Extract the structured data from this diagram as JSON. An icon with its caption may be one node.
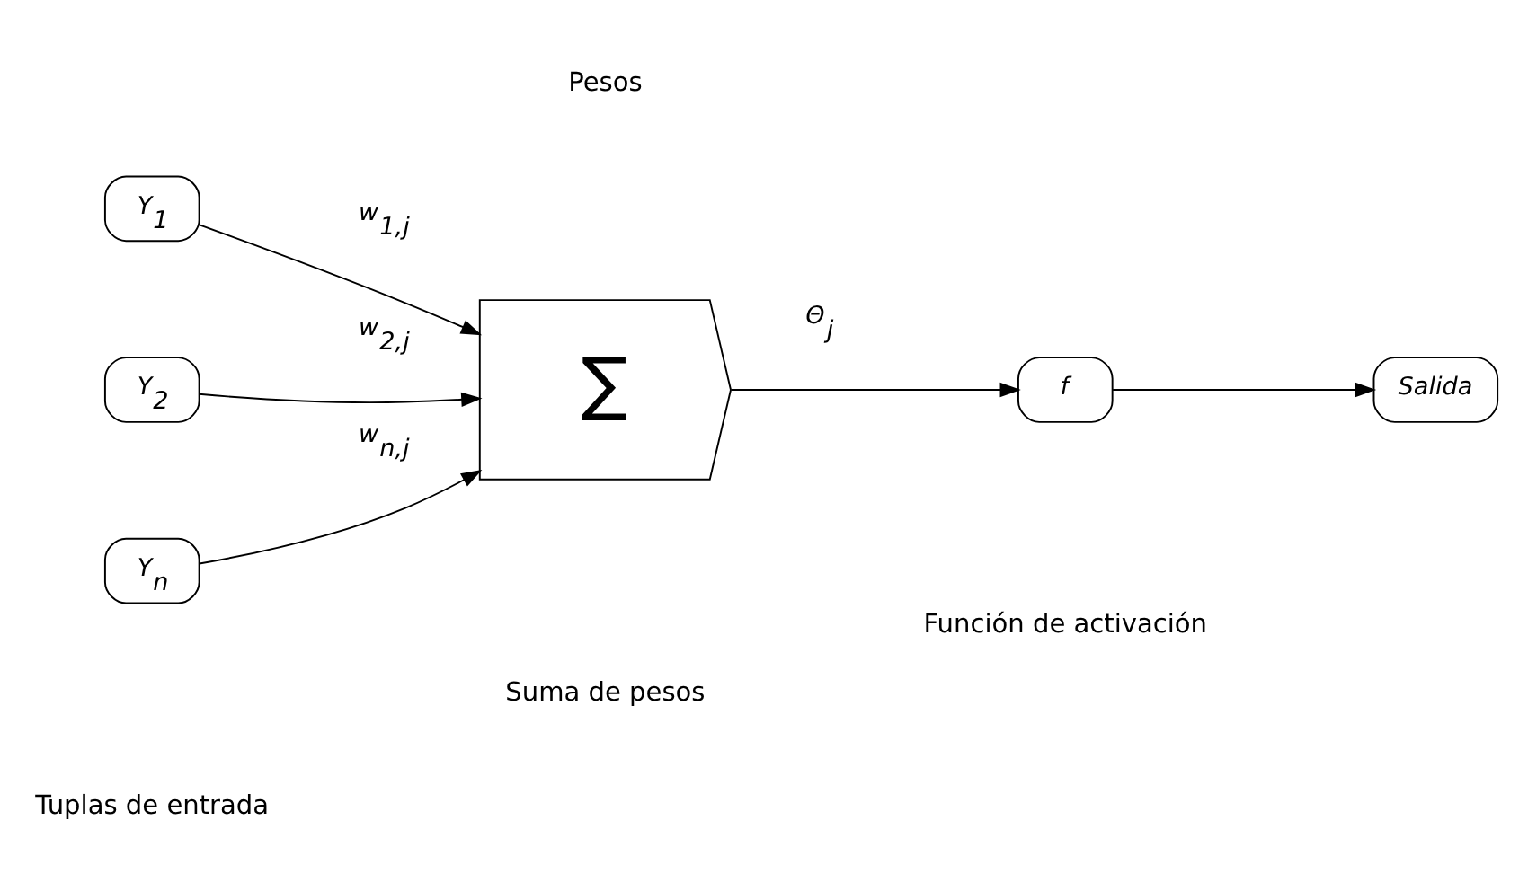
{
  "diagram": {
    "nodes": [
      {
        "text": [
          "Y$_{1}$"
        ]
      },
      {
        "text": [
          "Y$_{2}$"
        ]
      },
      {
        "text": [
          "Y$_{n}$"
        ]
      },
      {
        "text": [
          "∑"
        ]
      },
      {
        "text": [
          "f"
        ]
      },
      {
        "text": [
          "Salida"
        ]
      }
    ],
    "edges": [
      {
        "from": 0,
        "to": 3,
        "arrow": "to",
        "label": "w$_{1,j}$"
      },
      {
        "from": 1,
        "to": 3,
        "arrow": "to",
        "label": "w$_{2,j}$"
      },
      {
        "from": 2,
        "to": 3,
        "arrow": "to",
        "label": "w$_{n,j}$"
      },
      {
        "from": 3,
        "to": 4,
        "arrow": "to",
        "label": "Θ$_{j}$"
      },
      {
        "from": 4,
        "to": 5,
        "arrow": "to"
      }
    ],
    "labels": [
      "Pesos",
      "Tuplas de entrada",
      "Suma de pesos",
      "Función de activación"
    ]
  }
}
